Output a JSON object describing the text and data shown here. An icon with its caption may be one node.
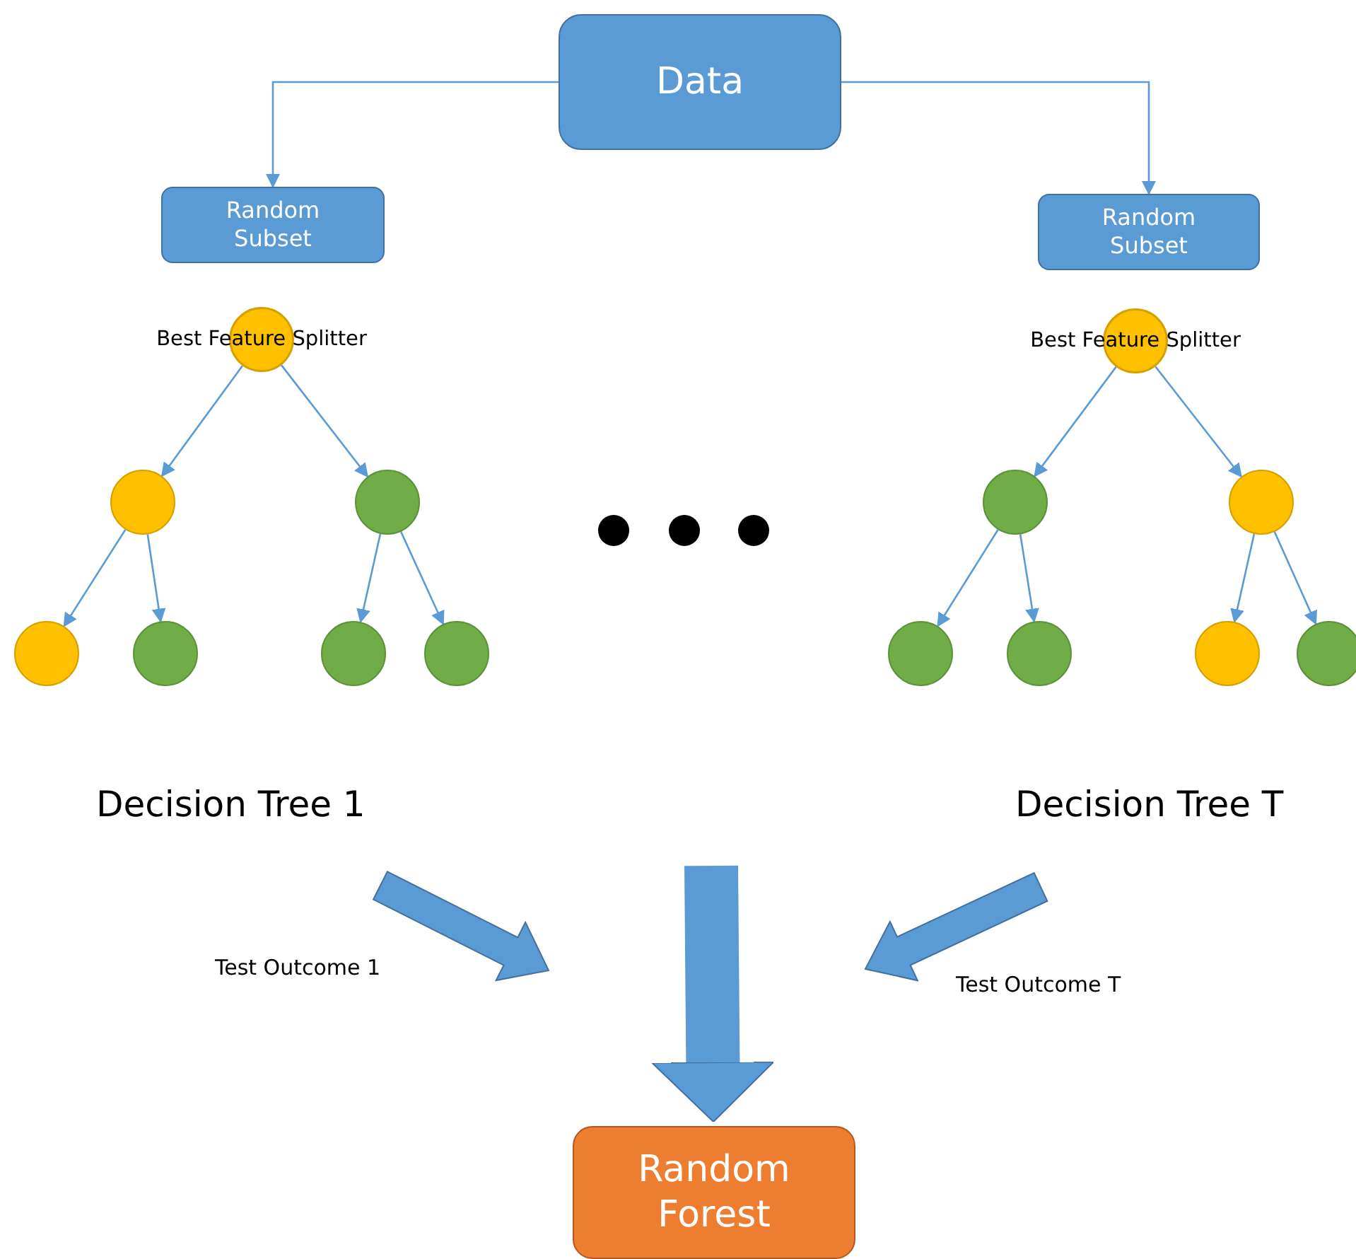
{
  "diagram": {
    "nodes": [
      {
        "text": [
          "Data"
        ]
      },
      {
        "text": [
          "Random Subset"
        ]
      },
      {
        "text": [
          "Random Subset"
        ]
      },
      {
        "text": [
          "Best Feature Splitter"
        ]
      },
      {
        "text": [],
        "shape": "circle"
      },
      {
        "text": [],
        "shape": "circle"
      },
      {
        "text": [],
        "shape": "circle"
      },
      {
        "text": [],
        "shape": "circle"
      },
      {
        "text": [],
        "shape": "circle"
      },
      {
        "text": [],
        "shape": "circle"
      },
      {
        "text": [
          "Best Feature Splitter"
        ]
      },
      {
        "text": [],
        "shape": "circle"
      },
      {
        "text": [],
        "shape": "circle"
      },
      {
        "text": [],
        "shape": "circle"
      },
      {
        "text": [],
        "shape": "circle"
      },
      {
        "text": [],
        "shape": "circle"
      },
      {
        "text": [],
        "shape": "circle"
      },
      {
        "text": [
          "Random Forest"
        ]
      }
    ],
    "edges": [
      {
        "from": 0,
        "to": 1,
        "arrow": "to"
      },
      {
        "from": 0,
        "to": 2,
        "arrow": "to"
      },
      {
        "from": 3,
        "to": 4,
        "arrow": "to"
      },
      {
        "from": 3,
        "to": 5,
        "arrow": "to"
      },
      {
        "from": 4,
        "to": 6,
        "arrow": "to"
      },
      {
        "from": 4,
        "to": 7,
        "arrow": "to"
      },
      {
        "from": 5,
        "to": 8,
        "arrow": "to"
      },
      {
        "from": 5,
        "to": 9,
        "arrow": "to"
      },
      {
        "from": 10,
        "to": 11,
        "arrow": "to"
      },
      {
        "from": 10,
        "to": 12,
        "arrow": "to"
      },
      {
        "from": 11,
        "to": 13,
        "arrow": "to"
      },
      {
        "from": 11,
        "to": 14,
        "arrow": "to"
      },
      {
        "from": 12,
        "to": 15,
        "arrow": "to"
      },
      {
        "from": 12,
        "to": 16,
        "arrow": "to"
      },
      {
        "from": null,
        "to": 17,
        "arrow": "to",
        "style": "thick"
      }
    ],
    "labels": [
      "Decision Tree 1",
      "Decision Tree T",
      "Test Outcome 1",
      "Test Outcome T"
    ]
  }
}
